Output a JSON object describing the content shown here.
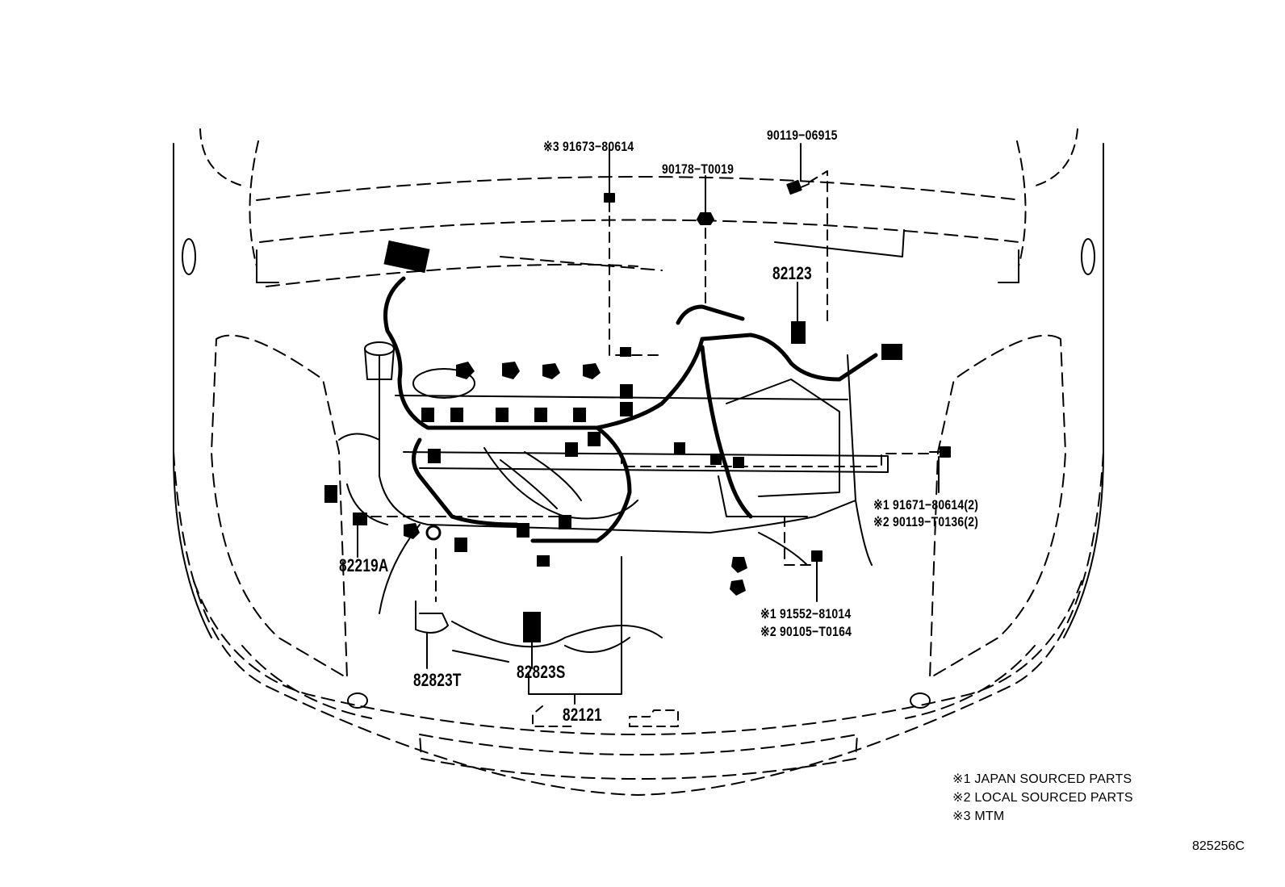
{
  "callouts": {
    "c_91673": "※3 91673−80614",
    "c_90178": "90178−T0019",
    "c_90119_06915": "90119−06915",
    "c_82123": "82123",
    "c_91671": "※1 91671−80614(2)",
    "c_90119_t0136": "※2 90119−T0136(2)",
    "c_91552": "※1 91552−81014",
    "c_90105": "※2 90105−T0164",
    "c_82219a": "82219A",
    "c_82823t": "82823T",
    "c_82823s": "82823S",
    "c_82121": "82121"
  },
  "legend": {
    "items": [
      "※1 JAPAN SOURCED PARTS",
      "※2 LOCAL SOURCED PARTS",
      "※3 MTM"
    ]
  },
  "illustration_code": "825256C"
}
